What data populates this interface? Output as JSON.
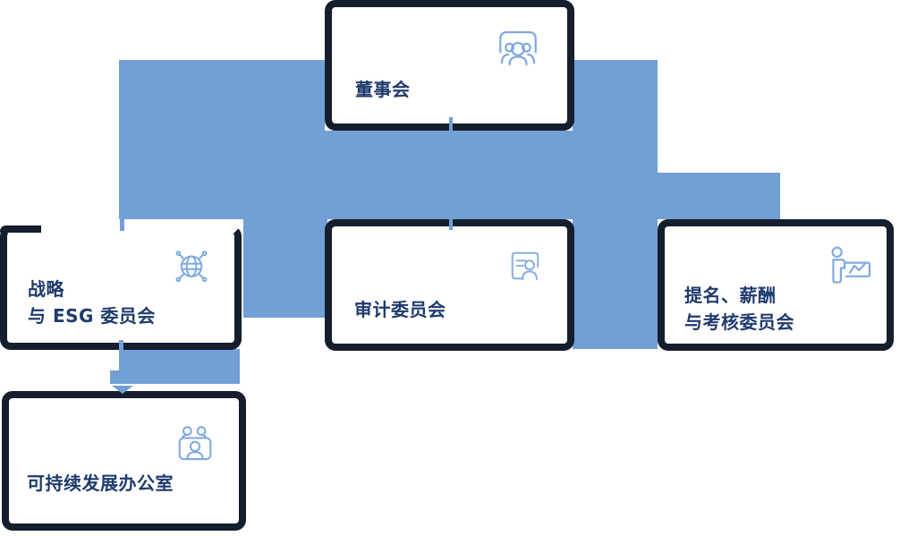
{
  "palette": {
    "connector_blue": "#719fd6",
    "card_border_navy": "#151e2d",
    "card_background": "#ffffff",
    "label_navy": "#1f3a6d",
    "icon_blue": "#7fa9e2"
  },
  "org_chart": {
    "board": {
      "label": "董事会",
      "icon": "board-meeting-icon"
    },
    "strategy_esg": {
      "label_line1": "战略",
      "label_line2": "与 ESG 委员会",
      "icon": "globe-network-icon"
    },
    "audit": {
      "label": "审计委员会",
      "icon": "audit-id-card-icon"
    },
    "nomination": {
      "label_line1": "提名、薪酬",
      "label_line2": "与考核委员会",
      "icon": "presenter-chart-icon"
    },
    "sustainability_office": {
      "label": "可持续发展办公室",
      "icon": "meeting-room-icon"
    }
  }
}
